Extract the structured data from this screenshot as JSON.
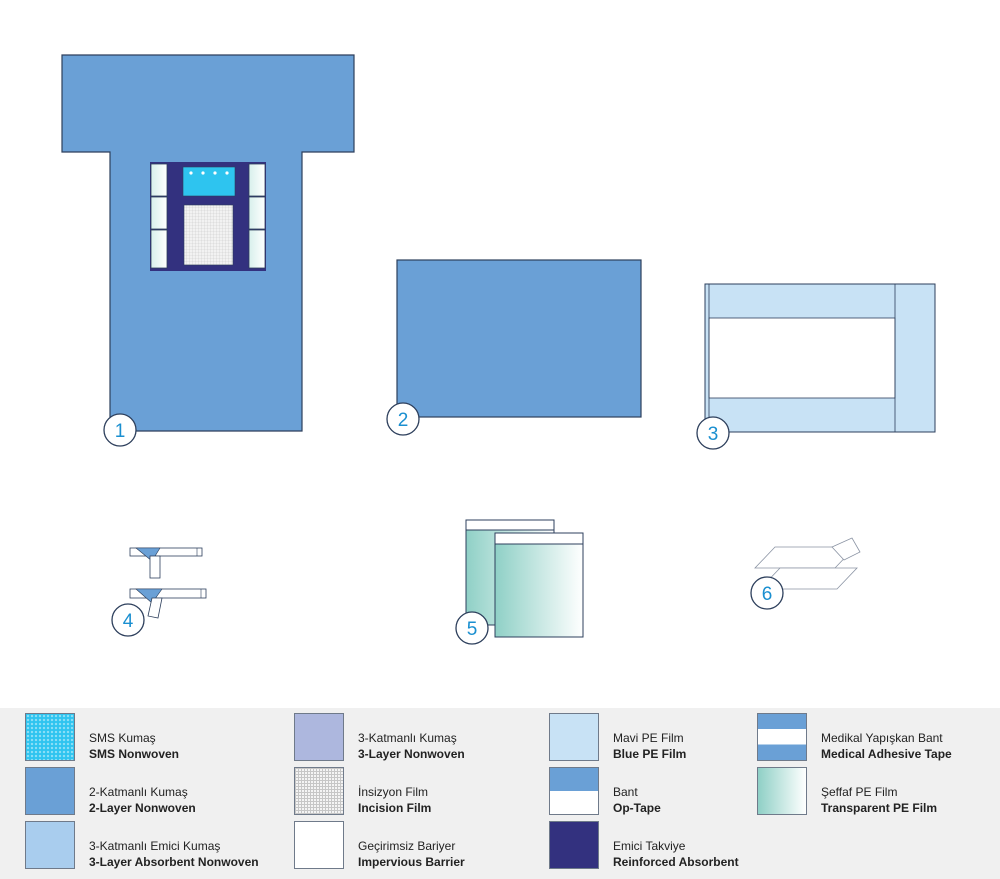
{
  "items": [
    {
      "number": "1"
    },
    {
      "number": "2"
    },
    {
      "number": "3"
    },
    {
      "number": "4"
    },
    {
      "number": "5"
    },
    {
      "number": "6"
    }
  ],
  "legend": [
    {
      "tr": "SMS Kumaş",
      "en": "SMS Nonwoven",
      "swatch": "sms-nonwoven",
      "color": "#2ec4ef"
    },
    {
      "tr": "2-Katmanlı Kumaş",
      "en": "2-Layer Nonwoven",
      "swatch": "2-layer-nonwoven",
      "color": "#6aa0d6"
    },
    {
      "tr": "3-Katmanlı Emici Kumaş",
      "en": "3-Layer Absorbent Nonwoven",
      "swatch": "3-layer-absorbent-nonwoven",
      "color": "#a9cdee"
    },
    {
      "tr": "3-Katmanlı Kumaş",
      "en": "3-Layer Nonwoven",
      "swatch": "3-layer-nonwoven",
      "color": "#adb7de"
    },
    {
      "tr": "İnsizyon Film",
      "en": "Incision Film",
      "swatch": "incision-film",
      "color": "#e4e4e4"
    },
    {
      "tr": "Geçirimsiz Bariyer",
      "en": "Impervious Barrier",
      "swatch": "impervious-barrier",
      "color": "#ffffff"
    },
    {
      "tr": "Mavi PE Film",
      "en": "Blue PE Film",
      "swatch": "blue-pe-film",
      "color": "#c8e2f5"
    },
    {
      "tr": "Bant",
      "en": "Op-Tape",
      "swatch": "op-tape",
      "color": "#6aa0d6"
    },
    {
      "tr": "Emici Takviye",
      "en": "Reinforced Absorbent",
      "swatch": "reinforced-absorbent",
      "color": "#33317f"
    },
    {
      "tr": "Medikal Yapışkan Bant",
      "en": "Medical Adhesive Tape",
      "swatch": "medical-adhesive-tape",
      "color": "#6aa0d6"
    },
    {
      "tr": "Şeffaf PE Film",
      "en": "Transparent PE Film",
      "swatch": "transparent-pe-film",
      "color": "#c5e8e4"
    }
  ],
  "colors": {
    "nonwoven_2layer": "#6aa0d6",
    "outline": "#2d3f5c",
    "sms": "#2ec4ef",
    "reinforced": "#33317f",
    "blue_pe": "#c8e2f5",
    "number": "#1a8fd0"
  }
}
